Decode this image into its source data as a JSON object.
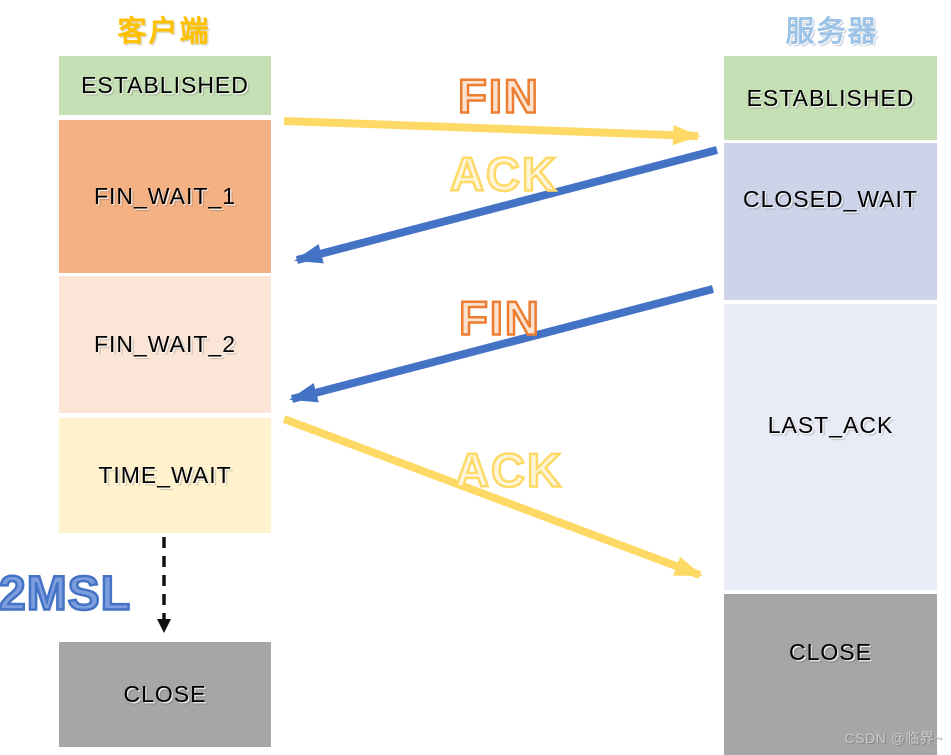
{
  "client": {
    "header": "客户端",
    "header_color": "#FFC000",
    "states": [
      {
        "label": "ESTABLISHED",
        "bg": "#c5e0b4"
      },
      {
        "label": "FIN_WAIT_1",
        "bg": "#f4b183"
      },
      {
        "label": "FIN_WAIT_2",
        "bg": "#fbe5d6"
      },
      {
        "label": "TIME_WAIT",
        "bg": "#fff2cc"
      },
      {
        "label": "CLOSE",
        "bg": "#a6a6a6"
      }
    ]
  },
  "server": {
    "header": "服务器",
    "header_color": "#9DC3E6",
    "states": [
      {
        "label": "ESTABLISHED",
        "bg": "#c5e0b4"
      },
      {
        "label": "CLOSED_WAIT",
        "bg": "#cdd4ea"
      },
      {
        "label": "LAST_ACK",
        "bg": "#e9ecf6"
      },
      {
        "label": "CLOSE",
        "bg": "#a6a6a6"
      }
    ]
  },
  "messages": [
    {
      "label": "FIN",
      "direction": "client-to-server",
      "arrow_color": "#FFD966",
      "label_color": "#ED7D31"
    },
    {
      "label": "ACK",
      "direction": "server-to-client",
      "arrow_color": "#4472C4",
      "label_color": "#FFD966"
    },
    {
      "label": "FIN",
      "direction": "server-to-client",
      "arrow_color": "#4472C4",
      "label_color": "#ED7D31"
    },
    {
      "label": "ACK",
      "direction": "client-to-server",
      "arrow_color": "#FFD966",
      "label_color": "#FFD966"
    }
  ],
  "timer": {
    "label": "2MSL",
    "color": "#4472C4",
    "arrow_style": "dashed-black"
  },
  "watermark": "CSDN @临界~"
}
